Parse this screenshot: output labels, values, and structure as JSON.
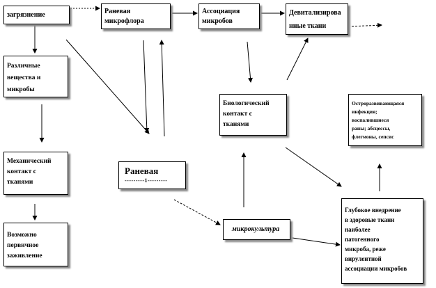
{
  "boxes": {
    "contamination": {
      "lines": [
        "загрязнение"
      ]
    },
    "microflora": {
      "lines": [
        "Раневая",
        "микрофлора"
      ]
    },
    "association": {
      "lines": [
        "Ассоциация",
        "микробов"
      ]
    },
    "devitalized": {
      "lines": [
        "Девитализирова",
        "нные ткани"
      ]
    },
    "substances": {
      "lines": [
        "Различные",
        "вещества и",
        "микробы"
      ]
    },
    "mechanical": {
      "lines": [
        "Механический",
        "контакт с",
        "тканями"
      ]
    },
    "primary": {
      "lines": [
        "Возможно",
        "первичное",
        "заживление"
      ]
    },
    "wound": {
      "lines": [
        "Раневая",
        "---------1---------"
      ]
    },
    "biological": {
      "lines": [
        "Биологический",
        "контакт с",
        "тканями"
      ]
    },
    "acute": {
      "lines": [
        "Остроразвивающаяся",
        "инфекция;",
        "воспалившиеся",
        "раны; абсцессы,",
        "флегмоны, сепсис"
      ]
    },
    "microculture": {
      "lines": [
        "микрокультура"
      ]
    },
    "deep": {
      "lines": [
        "Глубокое внедрение",
        "в здоровые ткани",
        "наиболее",
        "патогенного",
        "микроба, реже",
        "вирулентной",
        "ассоциации микробов"
      ]
    }
  },
  "colors": {
    "line": "#000000",
    "shadow": "#8a8a8a",
    "background": "#ffffff"
  }
}
